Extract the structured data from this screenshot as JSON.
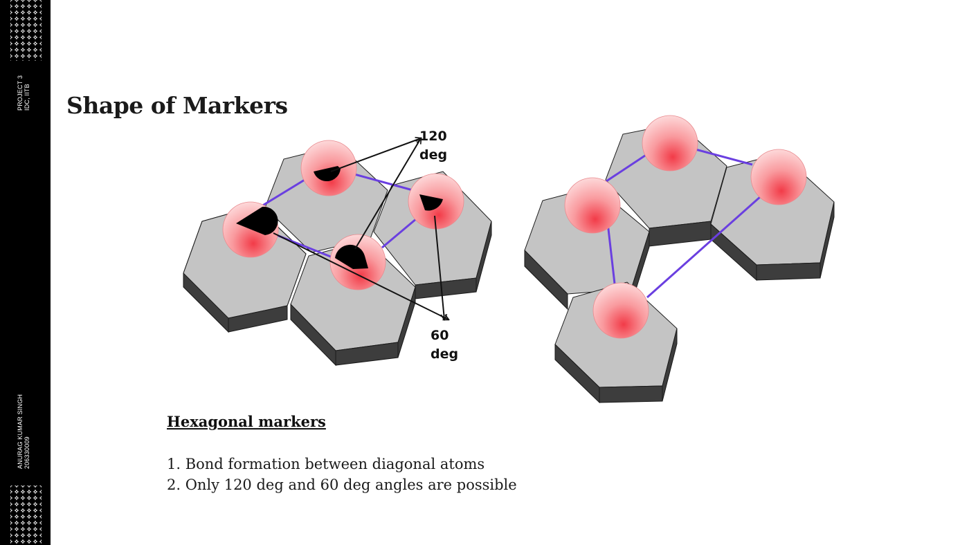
{
  "sidebar": {
    "project": "PROJECT 3",
    "institute": "IDC, IITB",
    "author": "ANURAG KUMAR SINGH",
    "roll_number": "206330009",
    "bar_color": "#000000"
  },
  "title": "Shape of Markers",
  "diagram": {
    "angle_120_label": "120\ndeg",
    "angle_60_label": "60\ndeg",
    "colors": {
      "tile_top": "#c4c4c4",
      "tile_side": "#3d3d3d",
      "bond": "#6a3fe0",
      "atom": "#f5a3a6",
      "arrow": "#111111"
    }
  },
  "content": {
    "heading": "Hexagonal markers",
    "points": [
      "1. Bond formation between diagonal atoms",
      "2. Only 120 deg and 60 deg angles are possible"
    ]
  }
}
